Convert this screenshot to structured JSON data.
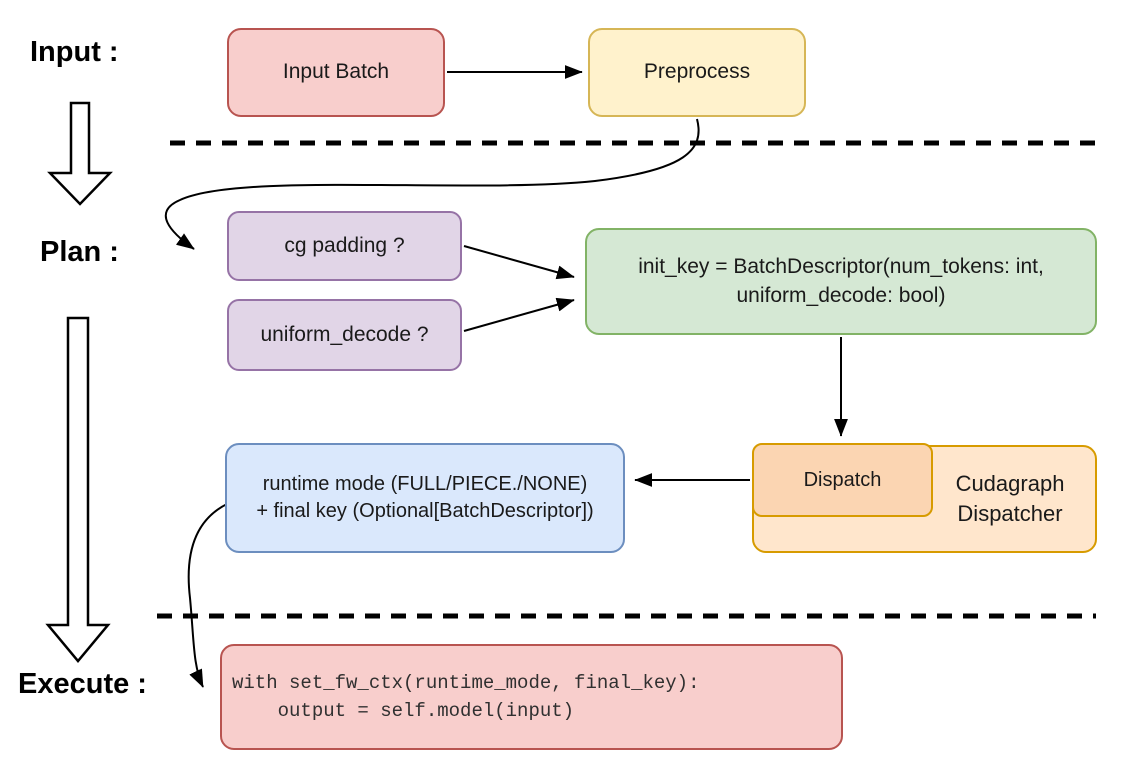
{
  "diagram": {
    "stage_labels": {
      "input": "Input :",
      "plan": "Plan :",
      "execute": "Execute :"
    },
    "nodes": {
      "input_batch": "Input Batch",
      "preprocess": "Preprocess",
      "cg_padding": "cg padding ?",
      "uniform_decode": "uniform_decode ?",
      "init_key": "init_key = BatchDescriptor(num_tokens: int,\nuniform_decode: bool)",
      "runtime_mode": "runtime mode (FULL/PIECE./NONE)\n+ final key (Optional[BatchDescriptor])",
      "dispatch": "Dispatch",
      "cudagraph_dispatcher": "Cudagraph\nDispatcher",
      "execute_code": "with set_fw_ctx(runtime_mode, final_key):\n    output = self.model(input)"
    },
    "palette": {
      "red_fill": "#f8cecc",
      "red_stroke": "#b85450",
      "yellow_fill": "#fff2cc",
      "yellow_stroke": "#d6b656",
      "purple_fill": "#e1d5e7",
      "purple_stroke": "#9673a6",
      "green_fill": "#d5e8d4",
      "green_stroke": "#82b366",
      "blue_fill": "#dae8fc",
      "blue_stroke": "#6c8ebf",
      "orange_fill": "#ffe6cc",
      "orange_inner_fill": "#fbd5b2",
      "orange_stroke": "#d79b00",
      "connector_color": "#000000"
    }
  }
}
